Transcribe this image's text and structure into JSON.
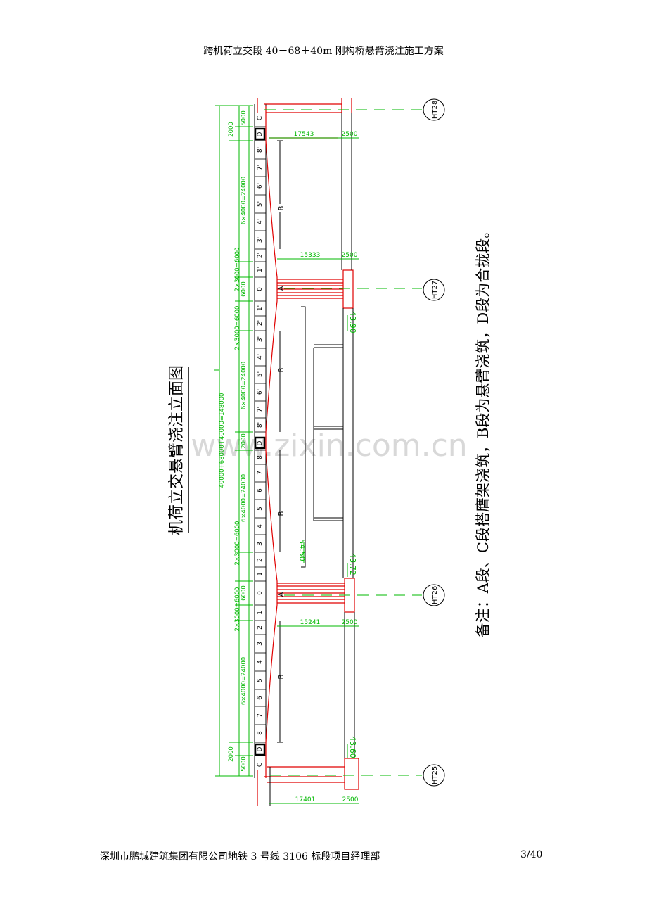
{
  "header": {
    "title": "跨机荷立交段 40＋68＋40m 刚构桥悬臂浇注施工方案"
  },
  "footer": {
    "company": "深圳市鹏城建筑集团有限公司地铁 3 号线 3106 标段项目经理部",
    "page": "3/40"
  },
  "drawing": {
    "title": "机荷立交悬臂浇注立面图",
    "note": "备注：A段、C段搭膺架浇筑，B段为悬臂浇筑，D段为合拢段。",
    "watermark": "www.zixin.com.cn",
    "piers": [
      "HT28",
      "HT27",
      "HT26",
      "HT25"
    ],
    "total_dim": "40000+68000+40000=148000",
    "dims": {
      "d5000_top": "5000",
      "d2000_top": "2000",
      "d6x4000_a": "6×4000=24000",
      "d2x3000_a": "2×3000=6000",
      "d6000_a": "6000",
      "d2x3000_b": "2×3000=6000",
      "d6x4000_b": "6×4000=24000",
      "d2000_mid": "2000",
      "d6x4000_c": "6×4000=24000",
      "d2x3000_c": "2×3000=6000",
      "d6000_b": "6000",
      "d2x3000_d": "2×3000=6000",
      "d6x4000_d": "6×4000=24000",
      "d2000_bot": "2000",
      "d5000_bot": "5000",
      "d17543": "17543",
      "d2500_a": "2500",
      "d15333": "15333",
      "d2500_b": "2500",
      "d15241": "15241",
      "d2500_c": "2500",
      "d17401": "17401",
      "d2500_d": "2500"
    },
    "elevations": {
      "e4390": "43.90",
      "e5450": "54.50",
      "e4372": "43.72",
      "e4360": "43.60"
    },
    "segments": {
      "s_c_top": "C",
      "s_d_top": "D",
      "s_8p_a": "8'",
      "s_7p_a": "7'",
      "s_6p_a": "6'",
      "s_5p_a": "5'",
      "s_4p_a": "4'",
      "s_3p_a": "3'",
      "s_2p_a": "2'",
      "s_1p_a": "1'",
      "s_0_a": "0",
      "s_1p_b": "1'",
      "s_2p_b": "2'",
      "s_3p_b": "3'",
      "s_4p_b": "4'",
      "s_5p_b": "5'",
      "s_6p_b": "6'",
      "s_7p_b": "7'",
      "s_8p_b": "8'",
      "s_d_mid": "D",
      "s_8": "8",
      "s_7": "7",
      "s_6": "6",
      "s_5": "5",
      "s_4": "4",
      "s_3": "3",
      "s_2": "2",
      "s_1": "1",
      "s_0_b": "0",
      "s_1_b": "1",
      "s_2_b": "2",
      "s_3_b": "3",
      "s_4_b": "4",
      "s_5_b": "5",
      "s_6_b": "6",
      "s_7_b": "7",
      "s_8_b": "8",
      "s_d_bot": "D",
      "s_c_bot": "C",
      "label_a1": "A",
      "label_a2": "A",
      "label_b1": "B",
      "label_b2": "B",
      "label_b3": "B",
      "label_b4": "B"
    },
    "colors": {
      "green": "#00b800",
      "red": "#e00000",
      "black": "#000000"
    }
  }
}
